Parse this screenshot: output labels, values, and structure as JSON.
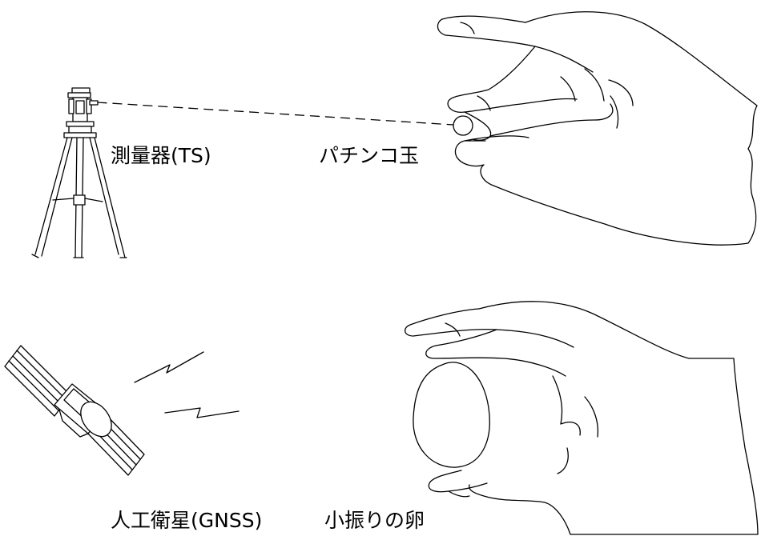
{
  "labels": {
    "total_station": "測量器(TS)",
    "pachinko_ball": "パチンコ玉",
    "satellite": "人工衛星(GNSS)",
    "small_egg": "小振りの卵"
  },
  "colors": {
    "line": "#000000",
    "background": "#ffffff"
  }
}
